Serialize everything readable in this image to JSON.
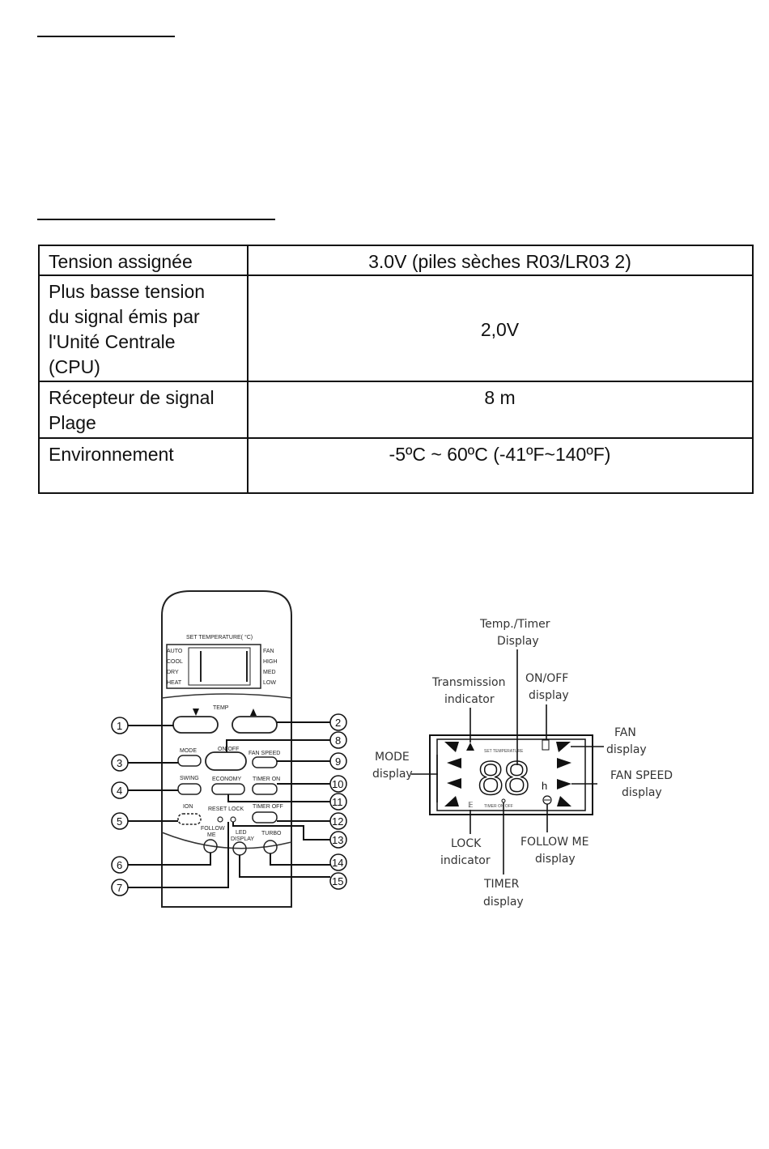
{
  "spec_table": {
    "rows": [
      {
        "label": "Tension assignée",
        "value": "3.0V (piles sèches R03/LR03 2)"
      },
      {
        "label_lines": [
          "Plus basse tension",
          "du signal émis par",
          "l'Unité Centrale",
          "(CPU)"
        ],
        "value": "2,0V"
      },
      {
        "label_lines": [
          "Récepteur de signal",
          "Plage"
        ],
        "value": "8 m"
      },
      {
        "label": "Environnement",
        "value": "-5ºC ~ 60ºC (-41ºF~140ºF)"
      }
    ]
  },
  "remote": {
    "set_temperature": "SET TEMPERATURE( °C)",
    "modes": [
      "AUTO",
      "COOL",
      "DRY",
      "HEAT"
    ],
    "fan": [
      "FAN",
      "HIGH",
      "MED",
      "LOW"
    ],
    "temp_label": "TEMP",
    "buttons": {
      "mode": "MODE",
      "on_off": "ON/OFF",
      "fan_speed": "FAN SPEED",
      "swing": "SWING",
      "economy": "ECONOMY",
      "timer_on": "TIMER ON",
      "ion": "ION",
      "reset_lock": "RESET LOCK",
      "timer_off": "TIMER OFF",
      "follow_me": [
        "FOLLOW",
        "ME"
      ],
      "led_display": [
        "LED",
        "DISPLAY"
      ],
      "turbo": "TURBO"
    },
    "callouts": [
      "1",
      "2",
      "3",
      "4",
      "5",
      "6",
      "7",
      "8",
      "9",
      "10",
      "11",
      "12",
      "13",
      "14",
      "15"
    ]
  },
  "lcd": {
    "digits": "88",
    "set_temperature": "SET TEMPERATURE",
    "timer_on_off": "TIMER ON OFF",
    "hour": "h",
    "labels": {
      "temp_timer": [
        "Temp./Timer",
        "Display"
      ],
      "transmission": [
        "Transmission",
        "indicator"
      ],
      "on_off": [
        "ON/OFF",
        "display"
      ],
      "fan": [
        "FAN",
        "display"
      ],
      "mode": [
        "MODE",
        "display"
      ],
      "fan_speed": [
        "FAN SPEED",
        "display"
      ],
      "lock": [
        "LOCK",
        "indicator"
      ],
      "follow_me": [
        "FOLLOW ME",
        "display"
      ],
      "timer": [
        "TIMER",
        "display"
      ]
    }
  }
}
